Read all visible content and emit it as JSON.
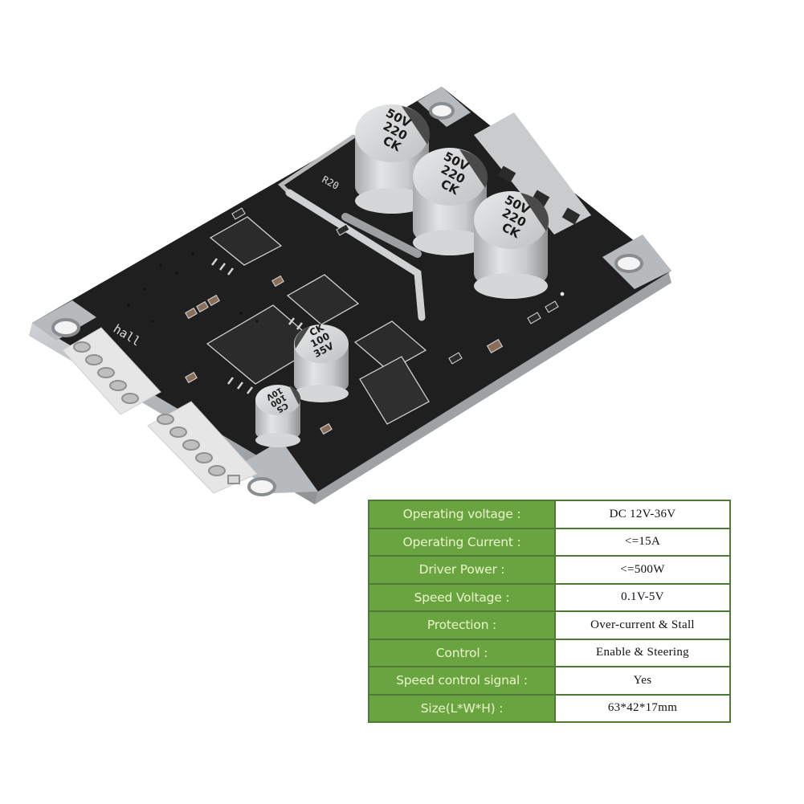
{
  "product": {
    "type": "brushless DC motor driver board",
    "silkscreen": {
      "hall_label": "hall",
      "resistor_label": "R20"
    },
    "capacitors": [
      {
        "id": "C1",
        "brand": "CK",
        "value": "220",
        "voltage": "50V"
      },
      {
        "id": "C2",
        "brand": "CK",
        "value": "220",
        "voltage": "50V"
      },
      {
        "id": "C3",
        "brand": "CK",
        "value": "220",
        "voltage": "50V"
      },
      {
        "id": "C4",
        "brand": "CK",
        "value": "100",
        "voltage": "35V"
      },
      {
        "id": "C5",
        "brand": "CS",
        "value": "100",
        "voltage": "10V"
      }
    ],
    "colors": {
      "pcb": "#1e1e1e",
      "pcb_edge": "#b9bcbf",
      "silkscreen": "#dcdcdc",
      "capacitor": "#cfd1d3"
    }
  },
  "specs": {
    "colors": {
      "label_bg": "#6aa441",
      "label_text": "#e9f6c8",
      "border": "#4f7a35",
      "value_bg": "#ffffff"
    },
    "rows": [
      {
        "label": "Operating voltage :",
        "value": "DC 12V-36V"
      },
      {
        "label": "Operating Current :",
        "value": "<=15A"
      },
      {
        "label": "Driver Power :",
        "value": "<=500W"
      },
      {
        "label": "Speed Voltage :",
        "value": "0.1V-5V"
      },
      {
        "label": "Protection :",
        "value": "Over-current & Stall"
      },
      {
        "label": "Control :",
        "value": "Enable & Steering"
      },
      {
        "label": "Speed control signal :",
        "value": "Yes"
      },
      {
        "label": "Size(L*W*H) :",
        "value": "63*42*17mm"
      }
    ]
  }
}
